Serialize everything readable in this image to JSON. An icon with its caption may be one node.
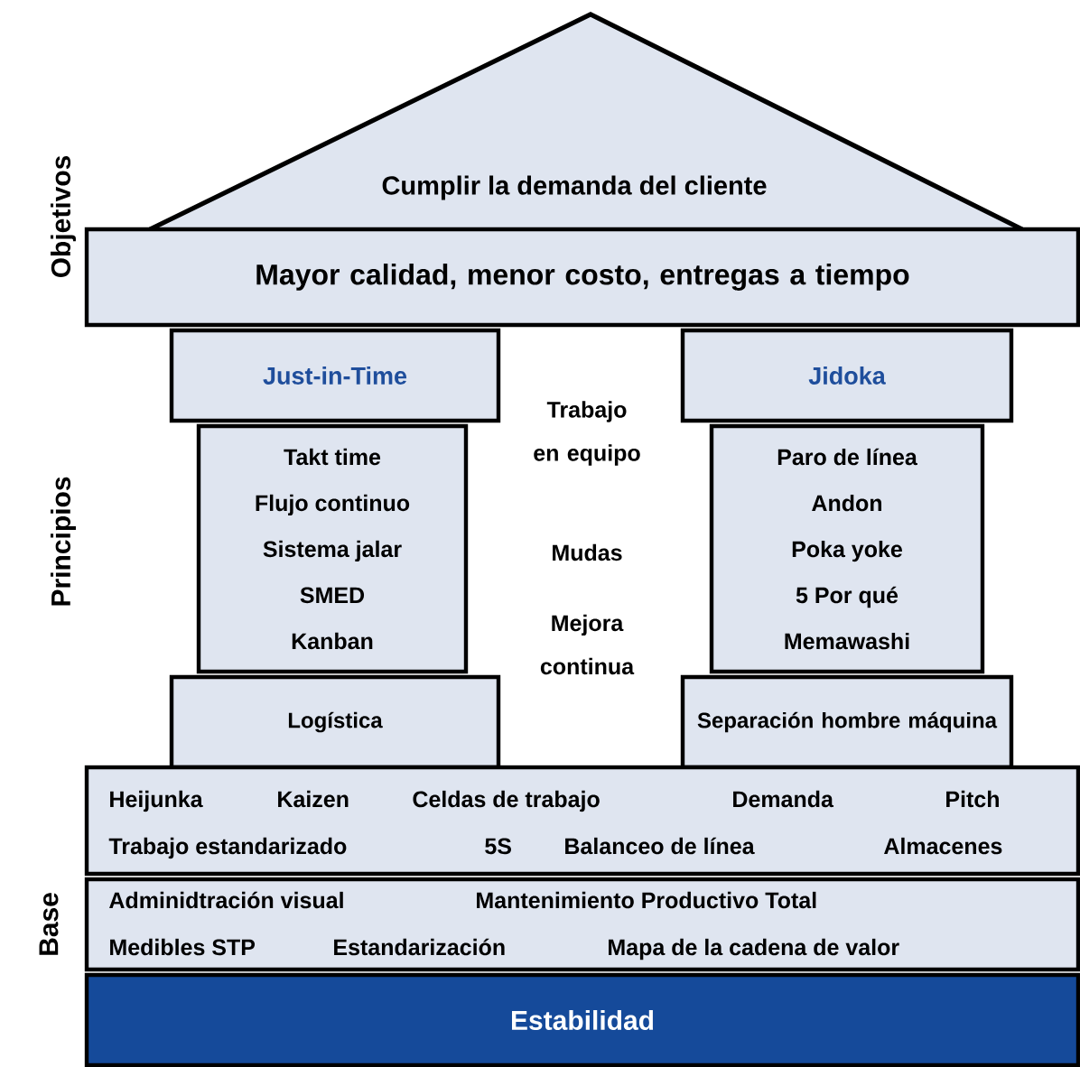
{
  "diagram": {
    "nodes": [
      {
        "text": [
          "Cumplir la demanda del cliente"
        ]
      },
      {
        "text": [
          "Mayor calidad, menor costo, entregas a tiempo"
        ]
      },
      {
        "text": [
          "Just-in-Time"
        ]
      },
      {
        "text": [
          "Takt time",
          "Flujo continuo",
          "Sistema jalar",
          "SMED",
          "Kanban"
        ]
      },
      {
        "text": [
          "Logística"
        ]
      },
      {
        "text": [
          "Jidoka"
        ]
      },
      {
        "text": [
          "Paro de línea",
          "Andon",
          "Poka yoke",
          "5 Por qué",
          "Memawashi"
        ]
      },
      {
        "text": [
          "Separación hombre máquina"
        ]
      },
      {
        "text": [
          "Heijunka",
          "Kaizen",
          "Celdas de trabajo",
          "Demanda",
          "Pitch",
          "Trabajo estandarizado",
          "5S",
          "Balanceo de línea",
          "Almacenes"
        ]
      },
      {
        "text": [
          "Adminidtración visual",
          "Mantenimiento Productivo Total",
          "Medibles STP",
          "Estandarización",
          "Mapa de la cadena de valor"
        ]
      },
      {
        "text": [
          "Estabilidad"
        ]
      }
    ],
    "labels": [
      "Objetivos",
      "Principios",
      "Trabajo en equipo",
      "Mudas",
      "Mejora continua",
      "Base"
    ]
  }
}
